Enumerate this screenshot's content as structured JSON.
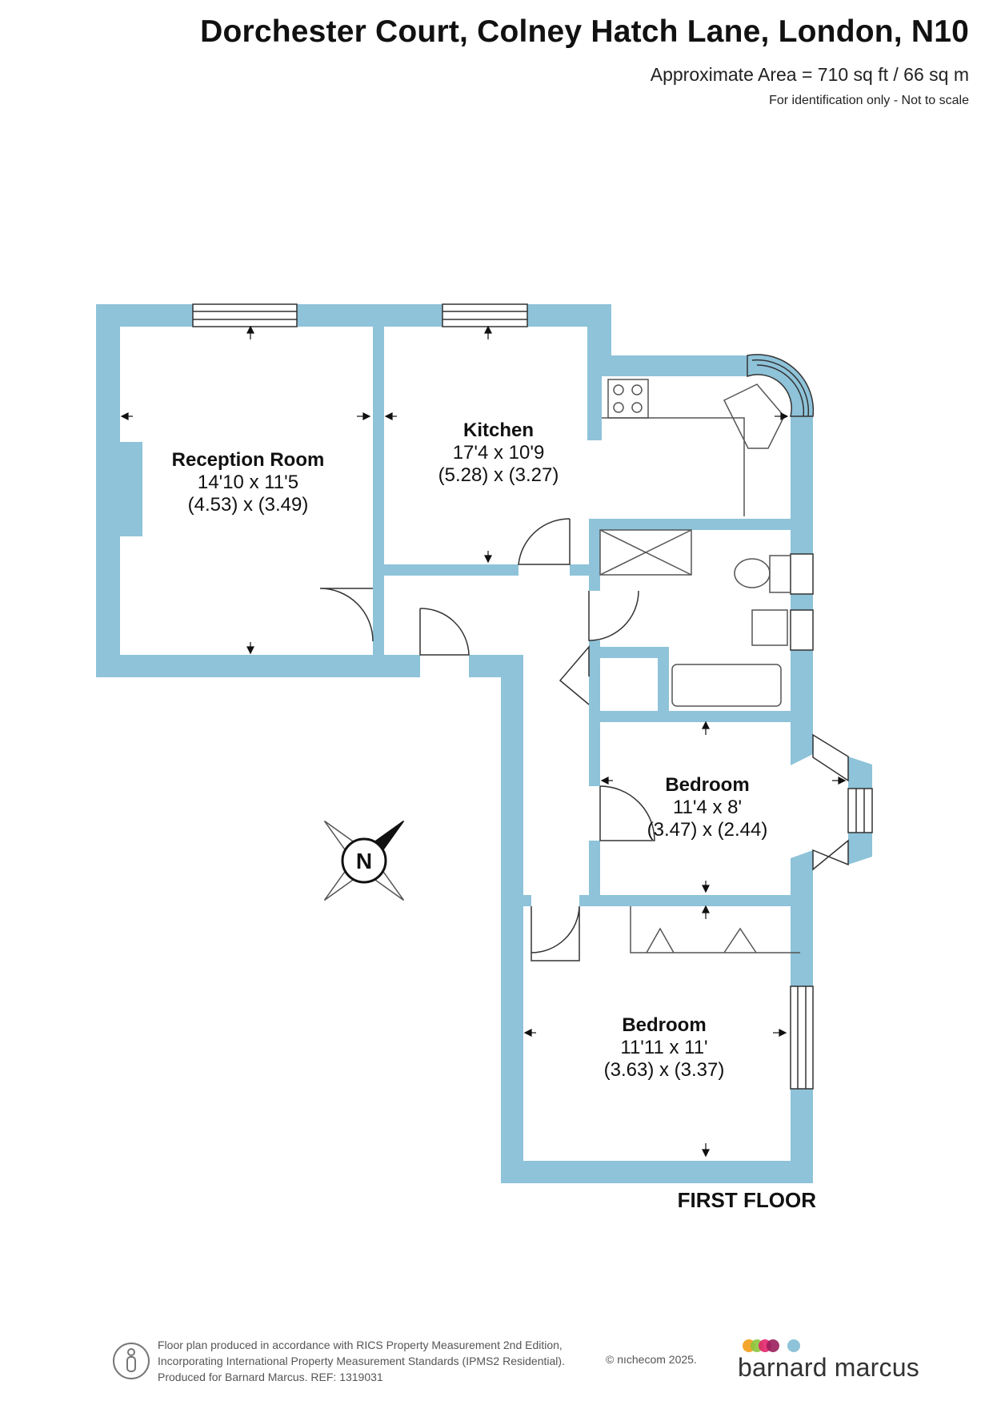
{
  "header": {
    "title": "Dorchester Court, Colney Hatch Lane, London, N10",
    "area": "Approximate Area = 710 sq ft / 66 sq m",
    "note": "For identification only - Not to scale"
  },
  "rooms": [
    {
      "name": "Reception Room",
      "imperial": "14'10 x 11'5",
      "metric": "(4.53) x (3.49)"
    },
    {
      "name": "Kitchen",
      "imperial": "17'4 x 10'9",
      "metric": "(5.28) x (3.27)"
    },
    {
      "name": "Bedroom",
      "imperial": "11'4 x 8'",
      "metric": "(3.47) x (2.44)"
    },
    {
      "name": "Bedroom",
      "imperial": "11'11 x 11'",
      "metric": "(3.63) x (3.37)"
    }
  ],
  "floor": {
    "name": "FIRST FLOOR"
  },
  "compass": {
    "letter": "N"
  },
  "footer": {
    "lines": [
      "Floor plan produced in accordance with RICS Property Measurement 2nd Edition,",
      "Incorporating International Property Measurement Standards (IPMS2 Residential).",
      "Produced for Barnard Marcus.   REF:  1319031"
    ],
    "copyright": "© nıchecom 2025."
  },
  "brand": {
    "name": "barnard marcus"
  },
  "colors": {
    "wall": "#8ec3d9",
    "dot1": "#f2a62b",
    "dot2": "#8cc63f",
    "dot3": "#e3256b",
    "dot4": "#9a1f5c",
    "dot5": "#8ec3d9"
  }
}
